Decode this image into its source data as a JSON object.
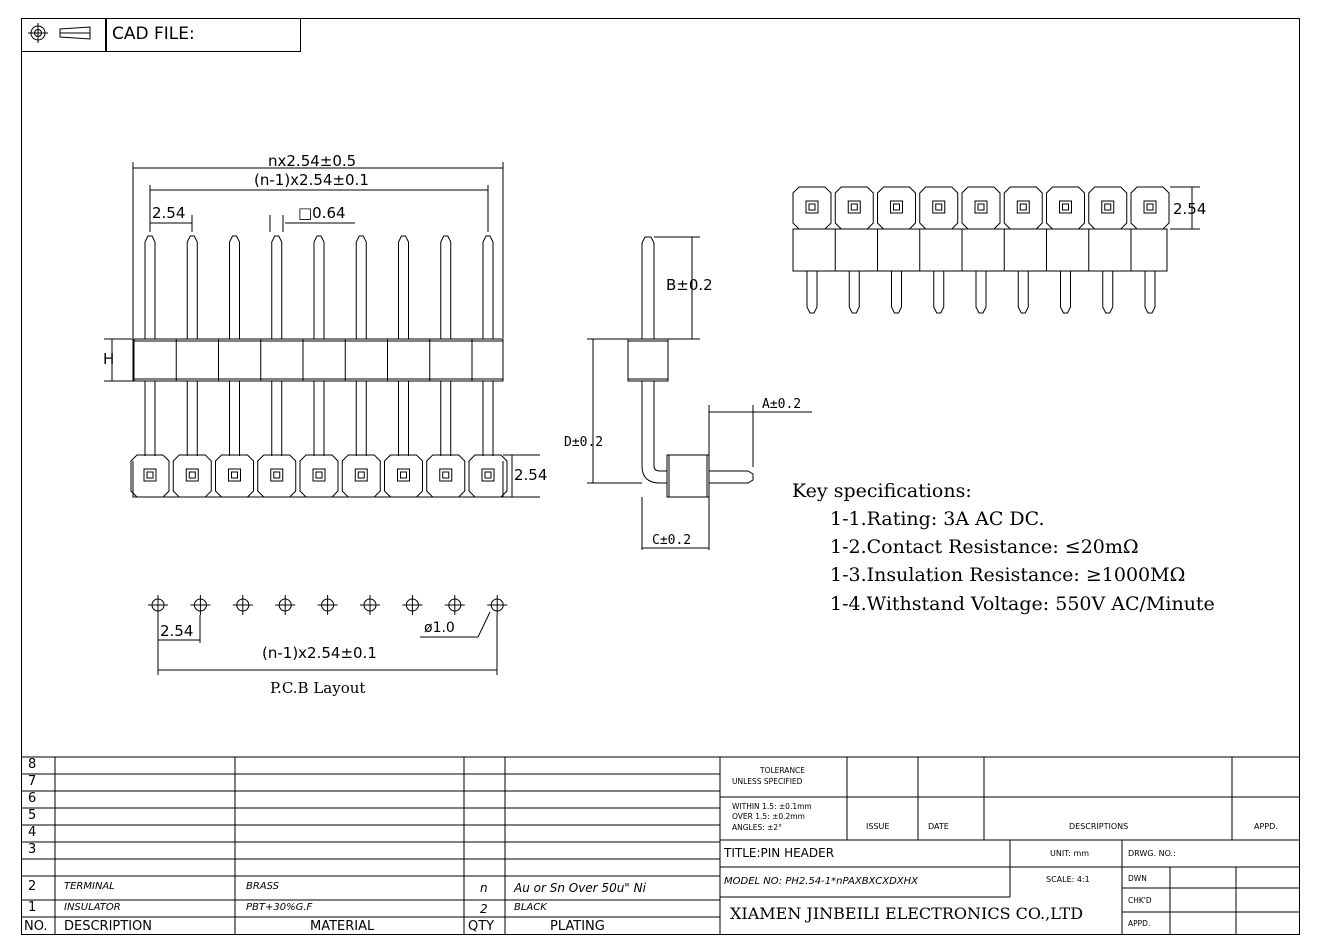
{
  "header": {
    "cad_label": "CAD FILE:",
    "projection_icon": "first-angle-projection-icon"
  },
  "dimensions": {
    "overall_width": "nx2.54±0.5",
    "pitch_span_top": "(n-1)x2.54±0.1",
    "pitch": "2.54",
    "pin_square": "□0.64",
    "height_H": "H",
    "row_pitch": "2.54",
    "top_row_pitch": "2.54",
    "b_dim": "B±0.2",
    "a_dim": "A±0.2",
    "d_dim": "D±0.2",
    "c_dim": "C±0.2"
  },
  "pcb": {
    "pitch": "2.54",
    "hole": "ø1.0",
    "span": "(n-1)x2.54±0.1",
    "caption": "P.C.B Layout"
  },
  "specs": {
    "title": "Key specifications:",
    "items": [
      "1-1.Rating: 3A AC DC.",
      "1-2.Contact Resistance: ≤20mΩ",
      "1-3.Insulation Resistance: ≥1000MΩ",
      "1-4.Withstand Voltage: 550V AC/Minute"
    ]
  },
  "bom": {
    "rows": [
      {
        "no": "8",
        "desc": "",
        "material": "",
        "qty": "",
        "plating": ""
      },
      {
        "no": "7",
        "desc": "",
        "material": "",
        "qty": "",
        "plating": ""
      },
      {
        "no": "6",
        "desc": "",
        "material": "",
        "qty": "",
        "plating": ""
      },
      {
        "no": "5",
        "desc": "",
        "material": "",
        "qty": "",
        "plating": ""
      },
      {
        "no": "4",
        "desc": "",
        "material": "",
        "qty": "",
        "plating": ""
      },
      {
        "no": "3",
        "desc": "",
        "material": "",
        "qty": "",
        "plating": ""
      },
      {
        "no": "2",
        "desc": "TERMINAL",
        "material": "BRASS",
        "qty": "n",
        "plating": "Au or Sn Over 50u\" Ni"
      },
      {
        "no": "1",
        "desc": "INSULATOR",
        "material": "PBT+30%G.F",
        "qty": "2",
        "plating": "BLACK"
      }
    ],
    "headers": {
      "no": "NO.",
      "desc": "DESCRIPTION",
      "material": "MATERIAL",
      "qty": "QTY",
      "plating": "PLATING"
    }
  },
  "titleblock": {
    "tolerance_1": "TOLERANCE",
    "tolerance_2": "UNLESS SPECIFIED",
    "within": "WITHIN 1.5: ±0.1mm",
    "over": "OVER 1.5:  ±0.2mm",
    "angles": "ANGLES: ±2°",
    "issue": "ISSUE",
    "date": "DATE",
    "descriptions": "DESCRIPTIONS",
    "appd_h": "APPD.",
    "title": "TITLE:PIN HEADER",
    "unit": "UNIT: mm",
    "drwg": "DRWG. NO.:",
    "model": "MODEL NO: PH2.54-1*nPAXBXCXDXHX",
    "scale": "SCALE: 4:1",
    "dwn": "DWN",
    "chkd": "CHK'D",
    "appd": "APPD.",
    "company": "XIAMEN JINBEILI ELECTRONICS CO.,LTD"
  }
}
